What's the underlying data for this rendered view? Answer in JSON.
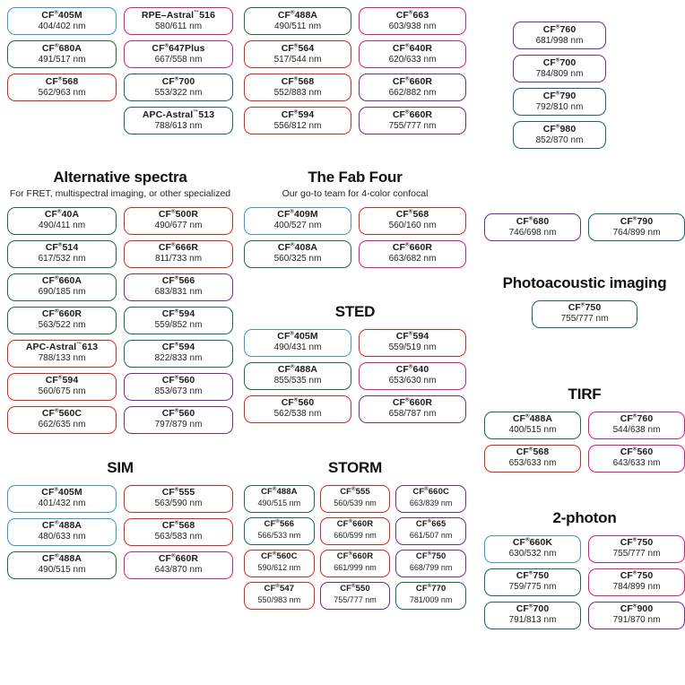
{
  "meta": {
    "registered_mark": "®",
    "unit": "nm"
  },
  "colors": {
    "blue": "#3a95d6",
    "green": "#1d6b3e",
    "red": "#e1251b",
    "magenta": "#e4177c",
    "purple": "#6e2d8e",
    "teal": "#15666b",
    "background": "#ffffff",
    "text": "#1b1b1b"
  },
  "sections": [
    {
      "id": "top-left",
      "title": "",
      "subtitle": "",
      "columns": 2,
      "dyes": [
        {
          "name": "CF",
          "sup": "®",
          "suffix": "405M",
          "spec": "404/402 nm",
          "color": "blue"
        },
        {
          "name": "RPE–Astral",
          "sup": "™",
          "suffix": "516",
          "spec": "580/611 nm",
          "color": "magenta"
        },
        {
          "name": "CF",
          "sup": "®",
          "suffix": "680A",
          "spec": "491/517 nm",
          "color": "green"
        },
        {
          "name": "CF",
          "sup": "®",
          "suffix": "647Plus",
          "spec": "667/558 nm",
          "color": "magenta"
        },
        {
          "name": "CF",
          "sup": "®",
          "suffix": "568",
          "spec": "562/963 nm",
          "color": "red"
        },
        {
          "name": "CF",
          "sup": "®",
          "suffix": "700",
          "spec": "553/322 nm",
          "color": "teal"
        },
        {
          "name": "",
          "sup": "",
          "suffix": "",
          "spec": "",
          "color": "none"
        },
        {
          "name": "APC-Astral",
          "sup": "™",
          "suffix": "513",
          "spec": "788/613 nm",
          "color": "teal"
        }
      ]
    },
    {
      "id": "top-mid",
      "title": "",
      "subtitle": "",
      "columns": 2,
      "dyes": [
        {
          "name": "CF",
          "sup": "®",
          "suffix": "488A",
          "spec": "490/511 nm",
          "color": "green"
        },
        {
          "name": "CF",
          "sup": "®",
          "suffix": "663",
          "spec": "603/938 nm",
          "color": "magenta"
        },
        {
          "name": "CF",
          "sup": "®",
          "suffix": "564",
          "spec": "517/544 nm",
          "color": "red"
        },
        {
          "name": "CF",
          "sup": "®",
          "suffix": "640R",
          "spec": "620/633 nm",
          "color": "magenta"
        },
        {
          "name": "CF",
          "sup": "®",
          "suffix": "568",
          "spec": "552/883 nm",
          "color": "red"
        },
        {
          "name": "CF",
          "sup": "®",
          "suffix": "660R",
          "spec": "662/882 nm",
          "color": "purple"
        },
        {
          "name": "CF",
          "sup": "®",
          "suffix": "594",
          "spec": "556/812 nm",
          "color": "red"
        },
        {
          "name": "CF",
          "sup": "®",
          "suffix": "660R",
          "spec": "755/777 nm",
          "color": "purple"
        }
      ]
    },
    {
      "id": "top-right",
      "title": "",
      "subtitle": "",
      "columns": 1,
      "dyes": [
        {
          "name": "CF",
          "sup": "®",
          "suffix": "760",
          "spec": "681/998 nm",
          "color": "purple"
        },
        {
          "name": "CF",
          "sup": "®",
          "suffix": "700",
          "spec": "784/809 nm",
          "color": "purple"
        },
        {
          "name": "CF",
          "sup": "®",
          "suffix": "790",
          "spec": "792/810 nm",
          "color": "teal"
        },
        {
          "name": "CF",
          "sup": "®",
          "suffix": "980",
          "spec": "852/870 nm",
          "color": "teal"
        }
      ]
    },
    {
      "id": "alt",
      "title": "Alternative spectra",
      "subtitle": "For FRET, multispectral imaging, or other specialized",
      "columns": 2,
      "dyes": [
        {
          "name": "CF",
          "sup": "®",
          "suffix": "40A",
          "spec": "490/411 nm",
          "color": "green"
        },
        {
          "name": "CF",
          "sup": "®",
          "suffix": "500R",
          "spec": "490/677 nm",
          "color": "red"
        },
        {
          "name": "CF",
          "sup": "®",
          "suffix": "514",
          "spec": "617/532 nm",
          "color": "green"
        },
        {
          "name": "CF",
          "sup": "®",
          "suffix": "666R",
          "spec": "811/733 nm",
          "color": "red"
        },
        {
          "name": "CF",
          "sup": "®",
          "suffix": "660A",
          "spec": "690/185 nm",
          "color": "green"
        },
        {
          "name": "CF",
          "sup": "®",
          "suffix": "566",
          "spec": "683/831 nm",
          "color": "purple"
        },
        {
          "name": "CF",
          "sup": "®",
          "suffix": "660R",
          "spec": "563/522 nm",
          "color": "green"
        },
        {
          "name": "CF",
          "sup": "®",
          "suffix": "594",
          "spec": "559/852 nm",
          "color": "teal"
        },
        {
          "name": "APC-Astral",
          "sup": "™",
          "suffix": "613",
          "spec": "788/133 nm",
          "color": "red"
        },
        {
          "name": "CF",
          "sup": "®",
          "suffix": "594",
          "spec": "822/833 nm",
          "color": "teal"
        },
        {
          "name": "CF",
          "sup": "®",
          "suffix": "594",
          "spec": "560/675 nm",
          "color": "red"
        },
        {
          "name": "CF",
          "sup": "®",
          "suffix": "560",
          "spec": "853/673 nm",
          "color": "purple"
        },
        {
          "name": "CF",
          "sup": "®",
          "suffix": "560C",
          "spec": "662/635 nm",
          "color": "red"
        },
        {
          "name": "CF",
          "sup": "®",
          "suffix": "560",
          "spec": "797/879 nm",
          "color": "purple"
        }
      ]
    },
    {
      "id": "fab",
      "title": "The Fab Four",
      "subtitle": "Our go-to team for 4-color confocal",
      "columns": 2,
      "dyes": [
        {
          "name": "CF",
          "sup": "®",
          "suffix": "409M",
          "spec": "400/527 nm",
          "color": "blue"
        },
        {
          "name": "CF",
          "sup": "®",
          "suffix": "568",
          "spec": "560/160 nm",
          "color": "red"
        },
        {
          "name": "CF",
          "sup": "®",
          "suffix": "408A",
          "spec": "560/325 nm",
          "color": "green"
        },
        {
          "name": "CF",
          "sup": "®",
          "suffix": "660R",
          "spec": "663/682 nm",
          "color": "magenta"
        }
      ]
    },
    {
      "id": "sted",
      "title": "STED",
      "subtitle": "",
      "columns": 2,
      "dyes": [
        {
          "name": "CF",
          "sup": "®",
          "suffix": "405M",
          "spec": "490/431 nm",
          "color": "blue"
        },
        {
          "name": "CF",
          "sup": "®",
          "suffix": "594",
          "spec": "559/519 nm",
          "color": "red"
        },
        {
          "name": "CF",
          "sup": "®",
          "suffix": "488A",
          "spec": "855/535 nm",
          "color": "green"
        },
        {
          "name": "CF",
          "sup": "®",
          "suffix": "640",
          "spec": "653/630 nm",
          "color": "magenta"
        },
        {
          "name": "CF",
          "sup": "®",
          "suffix": "560",
          "spec": "562/538 nm",
          "color": "red"
        },
        {
          "name": "CF",
          "sup": "®",
          "suffix": "660R",
          "spec": "658/787 nm",
          "color": "purple"
        }
      ]
    },
    {
      "id": "sim",
      "title": "SIM",
      "subtitle": "",
      "columns": 2,
      "dyes": [
        {
          "name": "CF",
          "sup": "®",
          "suffix": "405M",
          "spec": "401/432 nm",
          "color": "blue"
        },
        {
          "name": "CF",
          "sup": "®",
          "suffix": "555",
          "spec": "563/590 nm",
          "color": "red"
        },
        {
          "name": "CF",
          "sup": "®",
          "suffix": "488A",
          "spec": "480/633 nm",
          "color": "blue"
        },
        {
          "name": "CF",
          "sup": "®",
          "suffix": "568",
          "spec": "563/583 nm",
          "color": "red"
        },
        {
          "name": "CF",
          "sup": "®",
          "suffix": "488A",
          "spec": "490/515 nm",
          "color": "green"
        },
        {
          "name": "CF",
          "sup": "®",
          "suffix": "660R",
          "spec": "643/870 nm",
          "color": "magenta"
        }
      ]
    },
    {
      "id": "storm",
      "title": "STORM",
      "subtitle": "",
      "columns": 3,
      "dyes": [
        {
          "name": "CF",
          "sup": "®",
          "suffix": "488A",
          "spec": "490/515 nm",
          "color": "green"
        },
        {
          "name": "CF",
          "sup": "®",
          "suffix": "555",
          "spec": "560/539 nm",
          "color": "red"
        },
        {
          "name": "CF",
          "sup": "®",
          "suffix": "660C",
          "spec": "663/839 nm",
          "color": "purple"
        },
        {
          "name": "CF",
          "sup": "®",
          "suffix": "566",
          "spec": "566/533 nm",
          "color": "teal"
        },
        {
          "name": "CF",
          "sup": "®",
          "suffix": "660R",
          "spec": "660/599 nm",
          "color": "red"
        },
        {
          "name": "CF",
          "sup": "®",
          "suffix": "665",
          "spec": "661/507 nm",
          "color": "purple"
        },
        {
          "name": "CF",
          "sup": "®",
          "suffix": "560C",
          "spec": "590/612 nm",
          "color": "red"
        },
        {
          "name": "CF",
          "sup": "®",
          "suffix": "660R",
          "spec": "661/999 nm",
          "color": "red"
        },
        {
          "name": "CF",
          "sup": "®",
          "suffix": "750",
          "spec": "668/799 nm",
          "color": "purple"
        },
        {
          "name": "CF",
          "sup": "®",
          "suffix": "547",
          "spec": "550/983 nm",
          "color": "red"
        },
        {
          "name": "CF",
          "sup": "®",
          "suffix": "550",
          "spec": "755/777 nm",
          "color": "purple"
        },
        {
          "name": "CF",
          "sup": "®",
          "suffix": "770",
          "spec": "781/009 nm",
          "color": "teal"
        }
      ]
    },
    {
      "id": "pa-top",
      "title": "",
      "subtitle": "",
      "columns": 2,
      "dyes": [
        {
          "name": "CF",
          "sup": "®",
          "suffix": "680",
          "spec": "746/698 nm",
          "color": "purple"
        },
        {
          "name": "CF",
          "sup": "®",
          "suffix": "790",
          "spec": "764/899 nm",
          "color": "teal"
        }
      ]
    },
    {
      "id": "pa",
      "title": "Photoacoustic imaging",
      "subtitle": "",
      "columns": 1,
      "dyes": [
        {
          "name": "CF",
          "sup": "®",
          "suffix": "750",
          "spec": "755/777 nm",
          "color": "teal"
        }
      ]
    },
    {
      "id": "tirf",
      "title": "TIRF",
      "subtitle": "",
      "columns": 2,
      "dyes": [
        {
          "name": "CF",
          "sup": "®",
          "suffix": "488A",
          "spec": "400/515 nm",
          "color": "green"
        },
        {
          "name": "CF",
          "sup": "®",
          "suffix": "760",
          "spec": "544/638 nm",
          "color": "magenta"
        },
        {
          "name": "CF",
          "sup": "®",
          "suffix": "568",
          "spec": "653/633 nm",
          "color": "red"
        },
        {
          "name": "CF",
          "sup": "®",
          "suffix": "560",
          "spec": "643/633 nm",
          "color": "magenta"
        }
      ]
    },
    {
      "id": "2p",
      "title": "2-photon",
      "subtitle": "",
      "columns": 2,
      "dyes": [
        {
          "name": "CF",
          "sup": "®",
          "suffix": "660K",
          "spec": "630/532 nm",
          "color": "blue"
        },
        {
          "name": "CF",
          "sup": "®",
          "suffix": "750",
          "spec": "755/777 nm",
          "color": "magenta"
        },
        {
          "name": "CF",
          "sup": "®",
          "suffix": "750",
          "spec": "759/775 nm",
          "color": "teal"
        },
        {
          "name": "CF",
          "sup": "®",
          "suffix": "750",
          "spec": "784/899 nm",
          "color": "magenta"
        },
        {
          "name": "CF",
          "sup": "®",
          "suffix": "700",
          "spec": "791/813 nm",
          "color": "teal"
        },
        {
          "name": "CF",
          "sup": "®",
          "suffix": "900",
          "spec": "791/870 nm",
          "color": "purple"
        }
      ]
    }
  ]
}
